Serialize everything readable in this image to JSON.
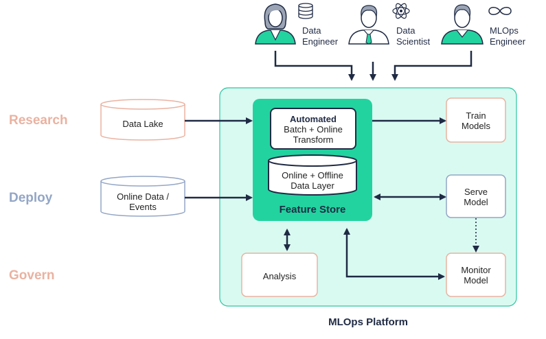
{
  "lifecycle": {
    "research": "Research",
    "deploy": "Deploy",
    "govern": "Govern"
  },
  "roles": {
    "data_engineer": [
      "Data",
      "Engineer"
    ],
    "data_scientist": [
      "Data",
      "Scientist"
    ],
    "mlops_engineer": [
      "MLOps",
      "Engineer"
    ]
  },
  "sources": {
    "data_lake": "Data Lake",
    "online_events": [
      "Online Data /",
      "Events"
    ]
  },
  "feature_store": {
    "title": "Feature Store",
    "transform_bold": "Automated",
    "transform_lines": [
      "Batch + Online",
      "Transform"
    ],
    "data_layer": [
      "Online + Offline",
      "Data Layer"
    ]
  },
  "steps": {
    "train": [
      "Train",
      "Models"
    ],
    "serve": [
      "Serve",
      "Model"
    ],
    "monitor": [
      "Monitor",
      "Model"
    ],
    "analysis": "Analysis"
  },
  "platform_caption": "MLOps Platform",
  "colors": {
    "research": "#eab2a0",
    "deploy": "#93a6c6",
    "govern": "#eab2a0",
    "platform_fill": "#d9faf1",
    "platform_border": "#2ec4a0",
    "feature_store_fill": "#22d3a0",
    "navy": "#1f2a44",
    "box_border_pink": "#eab2a0",
    "box_border_blue": "#93a6c6"
  }
}
